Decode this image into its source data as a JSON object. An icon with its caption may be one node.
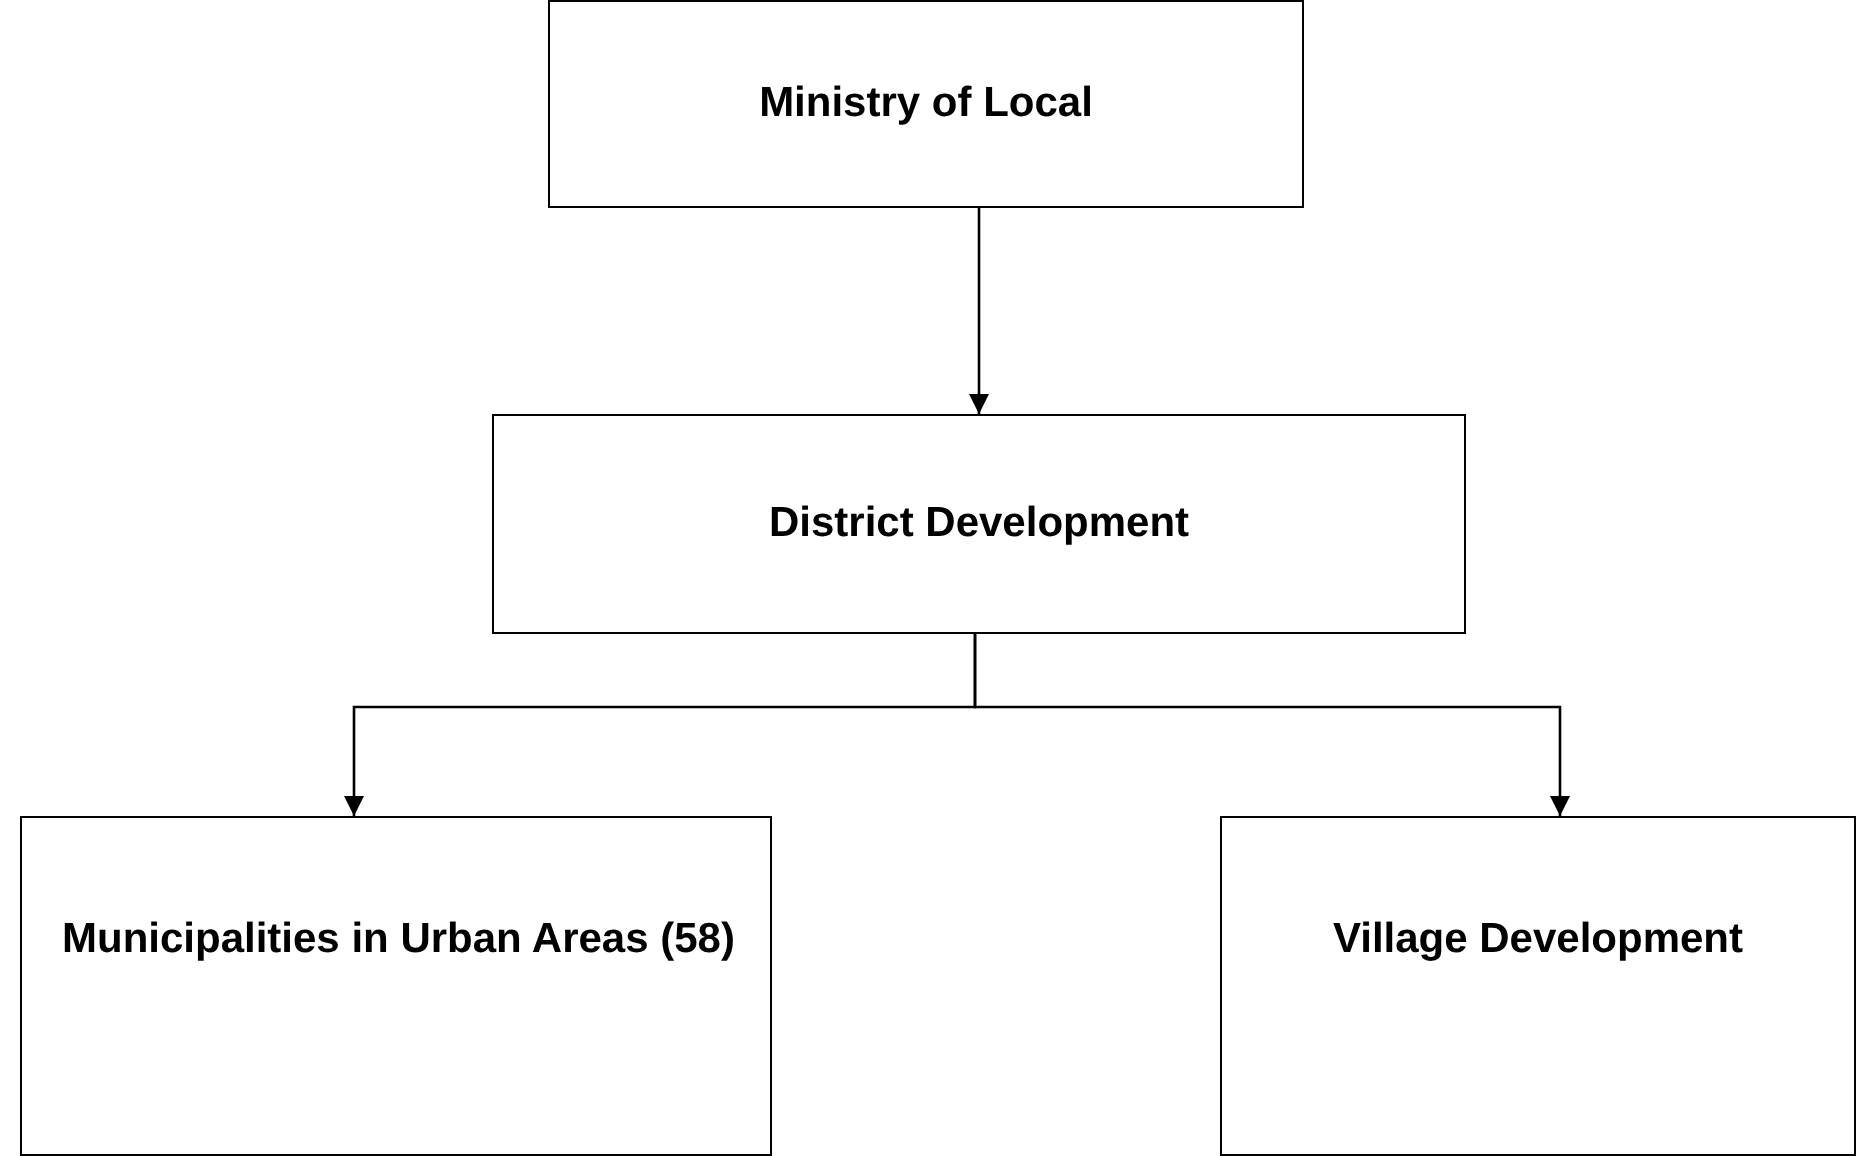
{
  "diagram": {
    "nodes": [
      {
        "text": [
          "Ministry of Local"
        ]
      },
      {
        "text": [
          "District Development"
        ]
      },
      {
        "text": [
          "Municipalities in Urban Areas (58)"
        ]
      },
      {
        "text": [
          "Village Development"
        ]
      }
    ],
    "edges": [
      {
        "from": 0,
        "to": 1,
        "arrow": "to"
      },
      {
        "from": 1,
        "to": 2,
        "arrow": "to"
      },
      {
        "from": 1,
        "to": 3,
        "arrow": "to"
      }
    ]
  }
}
